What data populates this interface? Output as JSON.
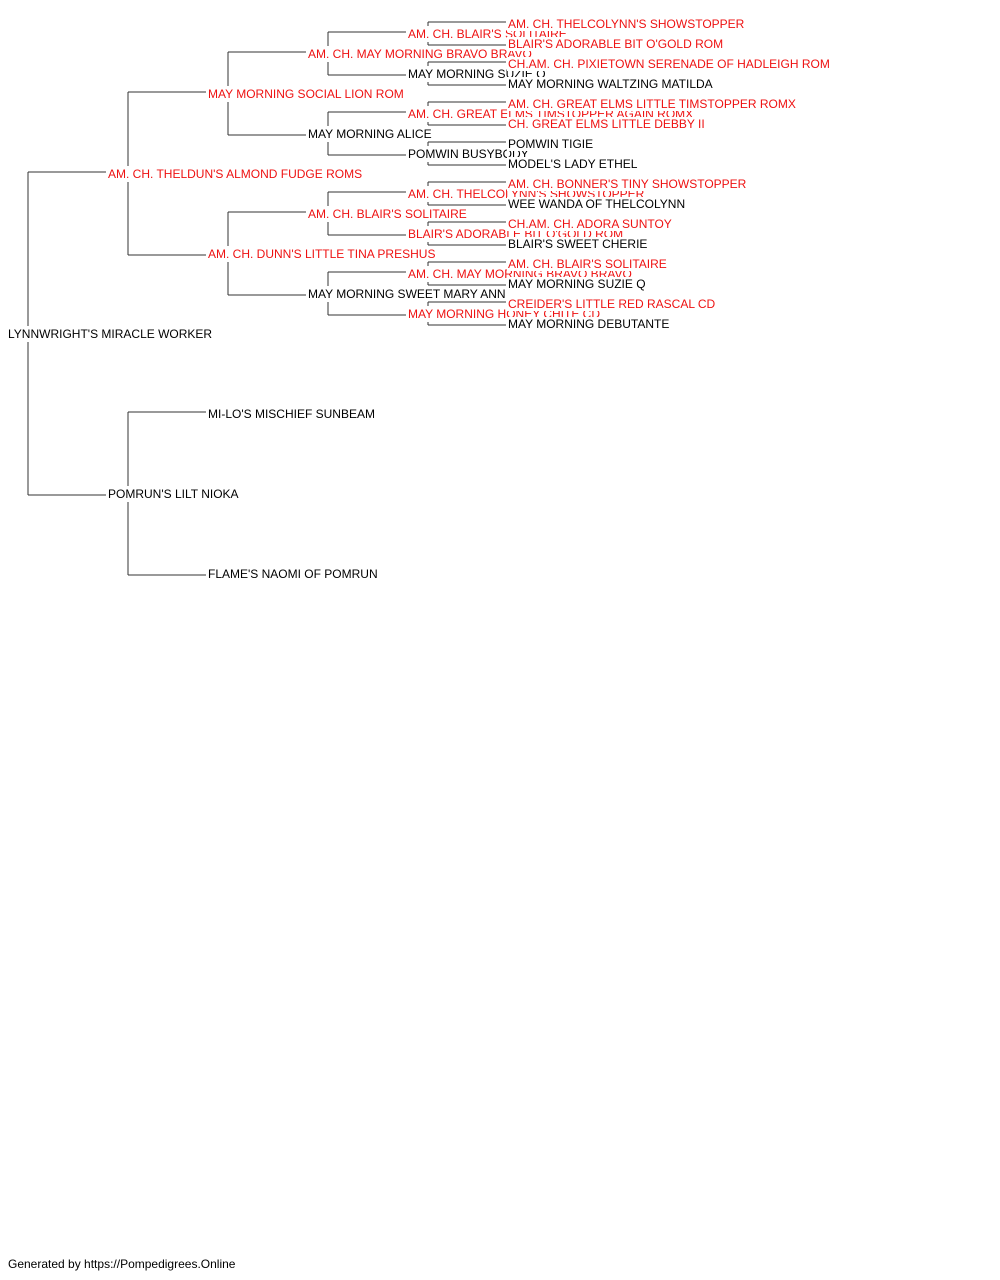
{
  "colors": {
    "champion_text": "#ee1111",
    "normal_text": "#000000",
    "lines": "#333333"
  },
  "pedigree": {
    "subject": {
      "name": "LYNNWRIGHT'S MIRACLE WORKER",
      "champion": false
    },
    "generations": [
      [
        {
          "name": "LYNNWRIGHT'S MIRACLE WORKER",
          "champion": false
        }
      ],
      [
        {
          "name": "AM. CH. THELDUN'S ALMOND FUDGE ROMS",
          "champion": true
        },
        {
          "name": "POMRUN'S LILT NIOKA",
          "champion": false
        }
      ],
      [
        {
          "name": "MAY MORNING SOCIAL LION ROM",
          "champion": true
        },
        {
          "name": "AM. CH. DUNN'S LITTLE TINA PRESHUS",
          "champion": true
        },
        {
          "name": "MI-LO'S MISCHIEF SUNBEAM",
          "champion": false
        },
        {
          "name": "FLAME'S NAOMI OF POMRUN",
          "champion": false
        }
      ],
      [
        {
          "name": "AM. CH. MAY MORNING BRAVO BRAVO",
          "champion": true
        },
        {
          "name": "MAY MORNING ALICE",
          "champion": false
        },
        {
          "name": "AM. CH. BLAIR'S SOLITAIRE",
          "champion": true
        },
        {
          "name": "MAY MORNING SWEET MARY ANN",
          "champion": false
        },
        null,
        null,
        null,
        null
      ],
      [
        {
          "name": "AM. CH. BLAIR'S SOLITAIRE",
          "champion": true
        },
        {
          "name": "MAY MORNING SUZIE Q",
          "champion": false
        },
        {
          "name": "AM. CH. GREAT ELMS TIMSTOPPER AGAIN ROMX",
          "champion": true
        },
        {
          "name": "POMWIN BUSYBODY",
          "champion": false
        },
        {
          "name": "AM. CH. THELCOLYNN'S SHOWSTOPPER",
          "champion": true
        },
        {
          "name": "BLAIR'S ADORABLE BIT O'GOLD ROM",
          "champion": true
        },
        {
          "name": "AM. CH. MAY MORNING BRAVO BRAVO",
          "champion": true
        },
        {
          "name": "MAY MORNING HONEY CHITE CD",
          "champion": true
        },
        null,
        null,
        null,
        null,
        null,
        null,
        null,
        null
      ],
      [
        {
          "name": "AM. CH. THELCOLYNN'S SHOWSTOPPER",
          "champion": true
        },
        {
          "name": "BLAIR'S ADORABLE BIT O'GOLD ROM",
          "champion": true
        },
        {
          "name": "CH.AM. CH. PIXIETOWN SERENADE OF HADLEIGH ROM",
          "champion": true
        },
        {
          "name": "MAY MORNING WALTZING MATILDA",
          "champion": false
        },
        {
          "name": "AM. CH. GREAT ELMS LITTLE TIMSTOPPER ROMX",
          "champion": true
        },
        {
          "name": "CH. GREAT ELMS LITTLE DEBBY II",
          "champion": true
        },
        {
          "name": "POMWIN TIGIE",
          "champion": false
        },
        {
          "name": "MODEL'S LADY ETHEL",
          "champion": false
        },
        {
          "name": "AM. CH. BONNER'S TINY SHOWSTOPPER",
          "champion": true
        },
        {
          "name": "WEE WANDA OF THELCOLYNN",
          "champion": false
        },
        {
          "name": "CH.AM. CH. ADORA SUNTOY",
          "champion": true
        },
        {
          "name": "BLAIR'S SWEET CHERIE",
          "champion": false
        },
        {
          "name": "AM. CH. BLAIR'S SOLITAIRE",
          "champion": true
        },
        {
          "name": "MAY MORNING SUZIE Q",
          "champion": false
        },
        {
          "name": "CREIDER'S LITTLE RED RASCAL CD",
          "champion": true
        },
        {
          "name": "MAY MORNING DEBUTANTE",
          "champion": false
        },
        null,
        null,
        null,
        null,
        null,
        null,
        null,
        null,
        null,
        null,
        null,
        null,
        null,
        null,
        null,
        null
      ]
    ]
  },
  "footer": {
    "text": "Generated by https://Pompedigrees.Online"
  }
}
